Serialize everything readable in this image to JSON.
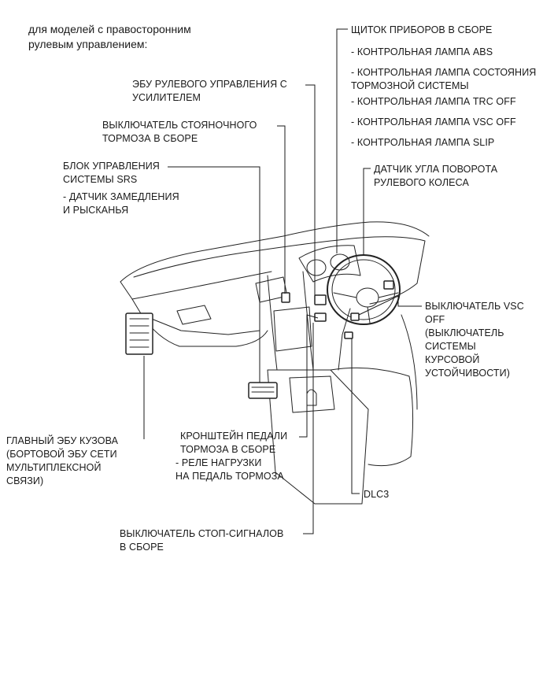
{
  "header": "для моделей с правосторонним\nрулевым управлением:",
  "labels": {
    "instrument_cluster": "ЩИТОК ПРИБОРОВ В СБОРЕ",
    "abs_lamp": "- КОНТРОЛЬНАЯ ЛАМПА ABS",
    "brake_lamp": "- КОНТРОЛЬНАЯ ЛАМПА СОСТОЯНИЯ\nТОРМОЗНОЙ СИСТЕМЫ",
    "trc_off_lamp": "- КОНТРОЛЬНАЯ ЛАМПА TRC OFF",
    "vsc_off_lamp": "- КОНТРОЛЬНАЯ ЛАМПА VSC OFF",
    "slip_lamp": "- КОНТРОЛЬНАЯ ЛАМПА SLIP",
    "eps_ecu": "ЭБУ РУЛЕВОГО УПРАВЛЕНИЯ С\nУСИЛИТЕЛЕМ",
    "parking_brake_switch": "ВЫКЛЮЧАТЕЛЬ СТОЯНОЧНОГО\nТОРМОЗА В СБОРЕ",
    "srs_unit": "БЛОК УПРАВЛЕНИЯ\nСИСТЕМЫ SRS",
    "yaw_sensor": "- ДАТЧИК ЗАМЕДЛЕНИЯ\nИ РЫСКАНЬЯ",
    "steering_angle_sensor": "ДАТЧИК УГЛА ПОВОРОТА\nРУЛЕВОГО КОЛЕСА",
    "vsc_off_switch": "ВЫКЛЮЧАТЕЛЬ VSC\nOFF\n(ВЫКЛЮЧАТЕЛЬ\nСИСТЕМЫ\nКУРСОВОЙ\nУСТОЙЧИВОСТИ)",
    "main_body_ecu": "ГЛАВНЫЙ ЭБУ КУЗОВА\n(БОРТОВОЙ ЭБУ СЕТИ\nМУЛЬТИПЛЕКСНОЙ\nСВЯЗИ)",
    "brake_pedal_bracket": "КРОНШТЕЙН ПЕДАЛИ\nТОРМОЗА В СБОРЕ",
    "brake_pedal_relay": "- РЕЛЕ НАГРУЗКИ\nНА ПЕДАЛЬ ТОРМОЗА",
    "dlc3": "DLC3",
    "stop_light_switch": "ВЫКЛЮЧАТЕЛЬ СТОП-СИГНАЛОВ\nВ СБОРЕ"
  }
}
